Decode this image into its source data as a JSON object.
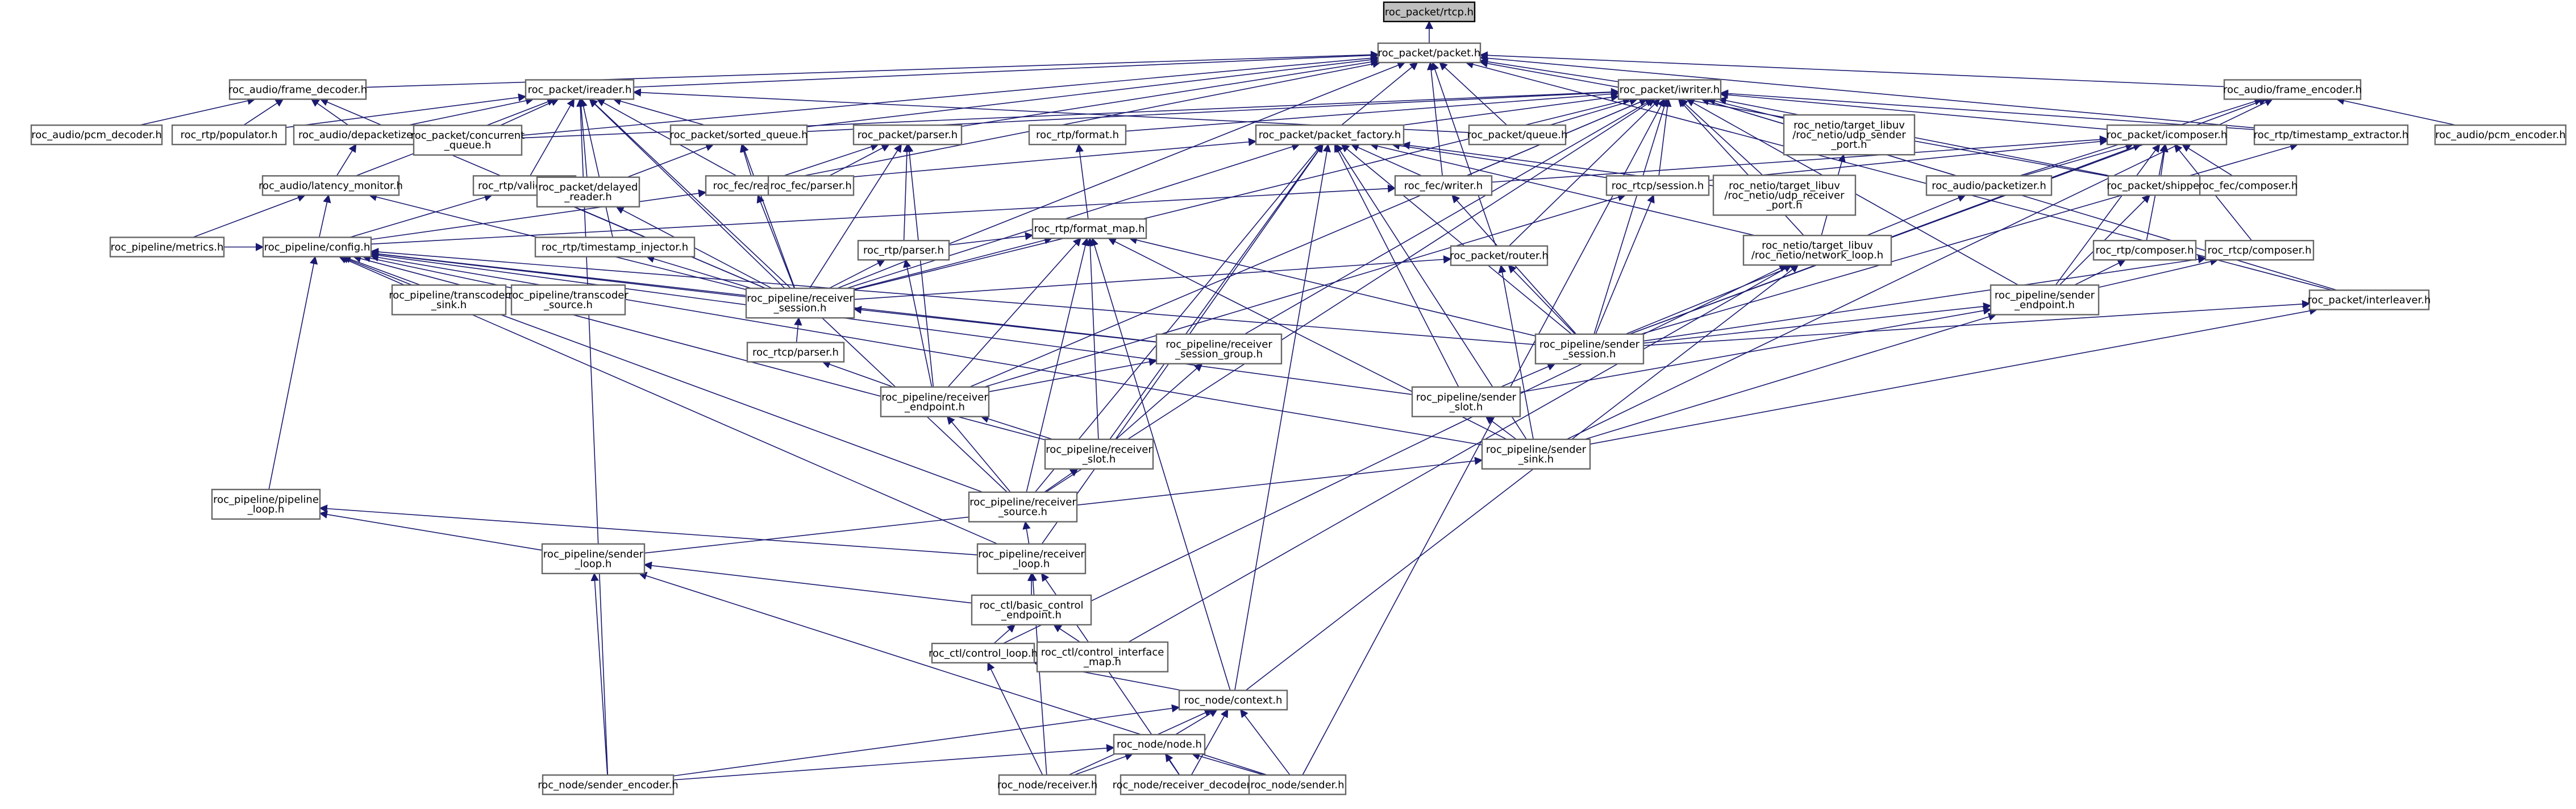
{
  "graph": {
    "title": "roc_packet/rtcp.h",
    "edge_color": "#191970",
    "nodes": [
      {
        "id": "rtcp",
        "label": [
          "roc_packet/rtcp.h"
        ],
        "focus": true
      },
      {
        "id": "packet",
        "label": [
          "roc_packet/packet.h"
        ]
      },
      {
        "id": "frame_decoder",
        "label": [
          "roc_audio/frame_decoder.h"
        ]
      },
      {
        "id": "pkt_reader",
        "label": [
          "roc_packet/ireader.h"
        ]
      },
      {
        "id": "pkt_iwriter",
        "label": [
          "roc_packet/iwriter.h"
        ]
      },
      {
        "id": "frame_encoder",
        "label": [
          "roc_audio/frame_encoder.h"
        ]
      },
      {
        "id": "pcm_decoder",
        "label": [
          "roc_audio/pcm_decoder.h"
        ]
      },
      {
        "id": "rtp_populator",
        "label": [
          "roc_rtp/populator.h"
        ]
      },
      {
        "id": "audiodepacketizer",
        "label": [
          "roc_audio/depacketizer.h"
        ]
      },
      {
        "id": "concurrent_queue",
        "label": [
          "roc_packet/concurrent",
          "_queue.h"
        ]
      },
      {
        "id": "sorted_queue",
        "label": [
          "roc_packet/sorted_queue.h"
        ]
      },
      {
        "id": "pkt_parser",
        "label": [
          "roc_packet/parser.h"
        ]
      },
      {
        "id": "rtp_format",
        "label": [
          "roc_rtp/format.h"
        ]
      },
      {
        "id": "packet_factory",
        "label": [
          "roc_packet/packet_factory.h"
        ]
      },
      {
        "id": "netio_sender_port",
        "label": [
          "roc_netio/target_libuv",
          "/roc_netio/udp_sender",
          "_port.h"
        ]
      },
      {
        "id": "pkt_queue",
        "label": [
          "roc_packet/queue.h"
        ]
      },
      {
        "id": "icomposer",
        "label": [
          "roc_packet/icomposer.h"
        ]
      },
      {
        "id": "timestamp_extractor",
        "label": [
          "roc_rtp/timestamp_extractor.h"
        ]
      },
      {
        "id": "pcm_encoder",
        "label": [
          "roc_audio/pcm_encoder.h"
        ]
      },
      {
        "id": "latency_monitor",
        "label": [
          "roc_audio/latency_monitor.h"
        ]
      },
      {
        "id": "rtp_validator",
        "label": [
          "roc_rtp/validator.h"
        ]
      },
      {
        "id": "delayed_reader",
        "label": [
          "roc_packet/delayed",
          "_reader.h"
        ]
      },
      {
        "id": "fec_reader",
        "label": [
          "roc_fec/reader.h"
        ]
      },
      {
        "id": "fec_parser",
        "label": [
          "roc_fec/parser.h"
        ]
      },
      {
        "id": "format_map",
        "label": [
          "roc_rtp/format_map.h"
        ]
      },
      {
        "id": "fec_writer",
        "label": [
          "roc_fec/writer.h"
        ]
      },
      {
        "id": "rtcp_session",
        "label": [
          "roc_rtcp/session.h"
        ]
      },
      {
        "id": "netio_receiver_port",
        "label": [
          "roc_netio/target_libuv",
          "/roc_netio/udp_receiver",
          "_port.h"
        ]
      },
      {
        "id": "audio_packetizer",
        "label": [
          "roc_audio/packetizer.h"
        ]
      },
      {
        "id": "shipper",
        "label": [
          "roc_packet/shipper.h"
        ]
      },
      {
        "id": "fec_composer",
        "label": [
          "roc_fec/composer.h"
        ]
      },
      {
        "id": "metrics",
        "label": [
          "roc_pipeline/metrics.h"
        ]
      },
      {
        "id": "config",
        "label": [
          "roc_pipeline/config.h"
        ]
      },
      {
        "id": "timestamp_injector",
        "label": [
          "roc_rtp/timestamp_injector.h"
        ]
      },
      {
        "id": "rtp_parser",
        "label": [
          "roc_rtp/parser.h"
        ]
      },
      {
        "id": "router",
        "label": [
          "roc_packet/router.h"
        ]
      },
      {
        "id": "network_loop",
        "label": [
          "roc_netio/target_libuv",
          "/roc_netio/network_loop.h"
        ]
      },
      {
        "id": "rtp_composer",
        "label": [
          "roc_rtp/composer.h"
        ]
      },
      {
        "id": "rtcp_composer",
        "label": [
          "roc_rtcp/composer.h"
        ]
      },
      {
        "id": "transcoder_sink",
        "label": [
          "roc_pipeline/transcoder",
          "_sink.h"
        ]
      },
      {
        "id": "transcoder_source",
        "label": [
          "roc_pipeline/transcoder",
          "_source.h"
        ]
      },
      {
        "id": "receiver_session",
        "label": [
          "roc_pipeline/receiver",
          "_session.h"
        ]
      },
      {
        "id": "sender_endpoint",
        "label": [
          "roc_pipeline/sender",
          "_endpoint.h"
        ]
      },
      {
        "id": "interleaver",
        "label": [
          "roc_packet/interleaver.h"
        ]
      },
      {
        "id": "rtcp_parser",
        "label": [
          "roc_rtcp/parser.h"
        ]
      },
      {
        "id": "receiver_session_group",
        "label": [
          "roc_pipeline/receiver",
          "_session_group.h"
        ]
      },
      {
        "id": "sender_session",
        "label": [
          "roc_pipeline/sender",
          "_session.h"
        ]
      },
      {
        "id": "receiver_endpoint",
        "label": [
          "roc_pipeline/receiver",
          "_endpoint.h"
        ]
      },
      {
        "id": "sender_slot",
        "label": [
          "roc_pipeline/sender",
          "_slot.h"
        ]
      },
      {
        "id": "receiver_slot",
        "label": [
          "roc_pipeline/receiver",
          "_slot.h"
        ]
      },
      {
        "id": "sender_sink",
        "label": [
          "roc_pipeline/sender",
          "_sink.h"
        ]
      },
      {
        "id": "pipeline_loop",
        "label": [
          "roc_pipeline/pipeline",
          "_loop.h"
        ]
      },
      {
        "id": "receiver_source",
        "label": [
          "roc_pipeline/receiver",
          "_source.h"
        ]
      },
      {
        "id": "sender_loop",
        "label": [
          "roc_pipeline/sender",
          "_loop.h"
        ]
      },
      {
        "id": "receiver_loop",
        "label": [
          "roc_pipeline/receiver",
          "_loop.h"
        ]
      },
      {
        "id": "basic_control_endpoint",
        "label": [
          "roc_ctl/basic_control",
          "_endpoint.h"
        ]
      },
      {
        "id": "control_loop",
        "label": [
          "roc_ctl/control_loop.h"
        ]
      },
      {
        "id": "control_interface_map",
        "label": [
          "roc_ctl/control_interface",
          "_map.h"
        ]
      },
      {
        "id": "node_context",
        "label": [
          "roc_node/context.h"
        ]
      },
      {
        "id": "node_node",
        "label": [
          "roc_node/node.h"
        ]
      },
      {
        "id": "sender_encoder",
        "label": [
          "roc_node/sender_encoder.h"
        ]
      },
      {
        "id": "node_receiver",
        "label": [
          "roc_node/receiver.h"
        ]
      },
      {
        "id": "receiver_decoder",
        "label": [
          "roc_node/receiver_decoder.h"
        ]
      },
      {
        "id": "node_sender",
        "label": [
          "roc_node/sender.h"
        ]
      }
    ]
  }
}
